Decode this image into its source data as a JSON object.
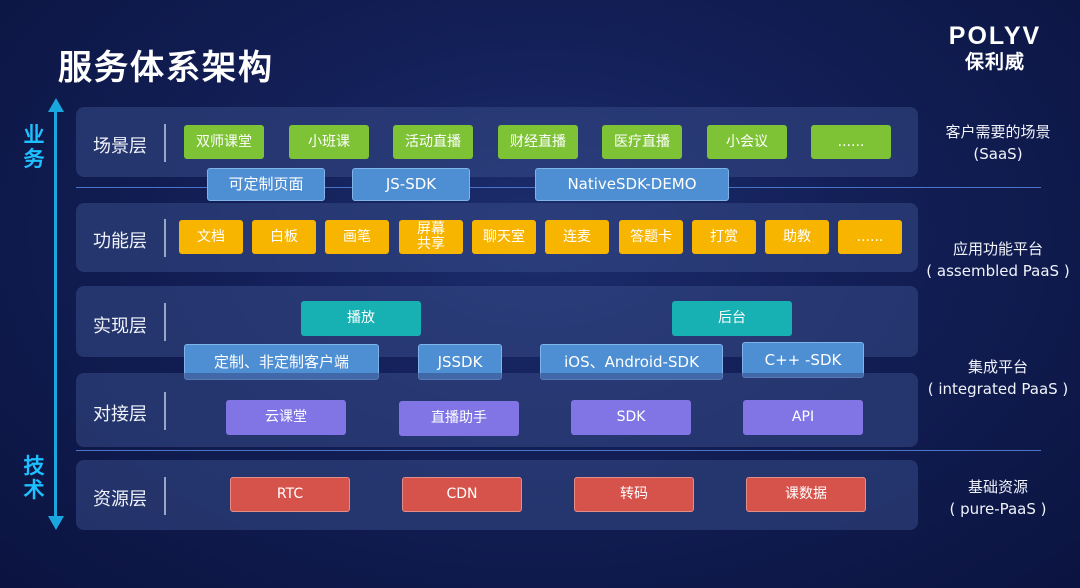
{
  "title": "服务体系架构",
  "logo": {
    "en": "POLYV",
    "cn": "保利威"
  },
  "axis": {
    "top": "业务",
    "bottom": "技术"
  },
  "layers": {
    "scene": {
      "name": "场景层",
      "items": [
        "双师课堂",
        "小班课",
        "活动直播",
        "财经直播",
        "医疗直播",
        "小会议",
        "......"
      ],
      "overlay": [
        "可定制页面",
        "JS-SDK",
        "NativeSDK-DEMO"
      ]
    },
    "function": {
      "name": "功能层",
      "items": [
        "文档",
        "白板",
        "画笔",
        "屏幕共享",
        "聊天室",
        "连麦",
        "答题卡",
        "打赏",
        "助教",
        "......"
      ]
    },
    "impl": {
      "name": "实现层",
      "items": [
        "播放",
        "后台"
      ],
      "overlay": [
        "定制、非定制客户端",
        "JSSDK",
        "iOS、Android-SDK",
        "C++ -SDK"
      ]
    },
    "dock": {
      "name": "对接层",
      "items": [
        "云课堂",
        "直播助手",
        "SDK",
        "API"
      ]
    },
    "resource": {
      "name": "资源层",
      "items": [
        "RTC",
        "CDN",
        "转码",
        "课数据"
      ]
    }
  },
  "descriptions": {
    "saas": [
      "客户需要的场景",
      "(SaaS)"
    ],
    "assembled": [
      "应用功能平台",
      "( assembled PaaS )"
    ],
    "integrated": [
      "集成平台",
      "( integrated PaaS )"
    ],
    "pure": [
      "基础资源",
      "( pure-PaaS )"
    ]
  },
  "colors": {
    "green": "#7ec336",
    "yellow": "#f8b500",
    "teal": "#17b0b3",
    "blue": "#4e8ed2",
    "purple": "#8175e6",
    "red": "#d6534b",
    "axis": "#1aa7e0"
  }
}
